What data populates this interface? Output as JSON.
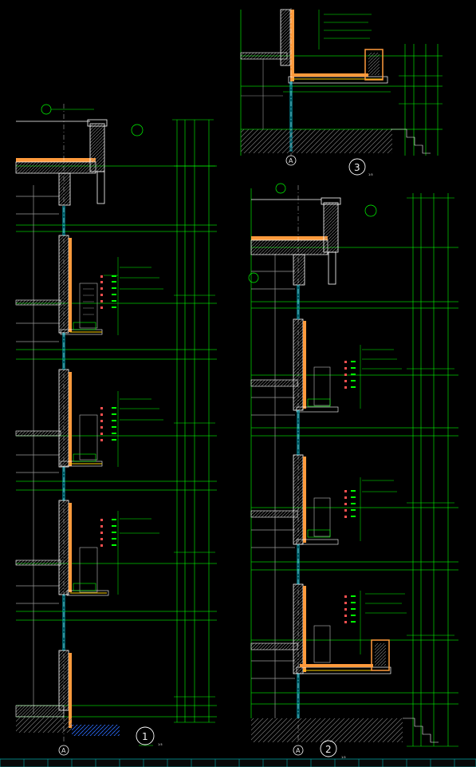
{
  "drawing": {
    "views": [
      {
        "number": "1",
        "scale": "1:5",
        "axis": "A"
      },
      {
        "number": "2",
        "scale": "1:5",
        "axis": "A"
      },
      {
        "number": "3",
        "scale": "1:5",
        "axis": "A"
      }
    ]
  },
  "colors": {
    "background": "#000000",
    "line_green": "#00ff00",
    "line_white": "#ffffff",
    "insulation_orange": "#ff9a3c",
    "hatch_grey": "#9a9a9a",
    "cyan": "#00e5ff"
  }
}
